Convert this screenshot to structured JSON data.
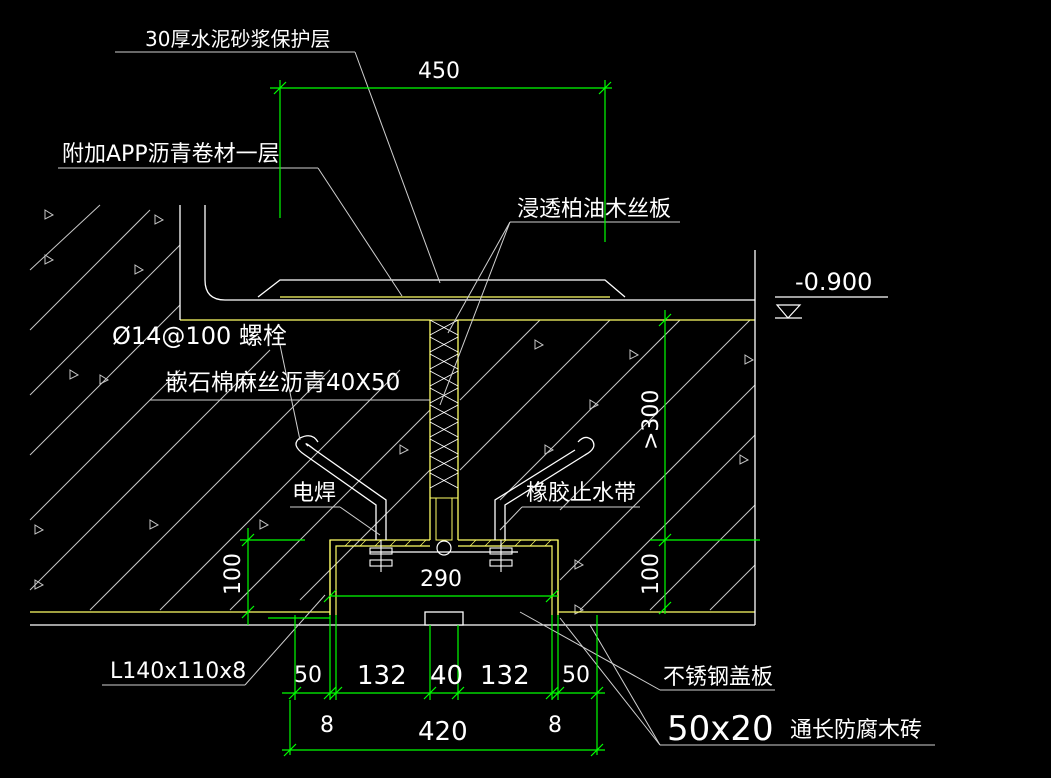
{
  "labels": {
    "mortar_layer": "30厚水泥砂浆保护层",
    "app_membrane": "附加APP沥青卷材一层",
    "asphalt_board": "浸透柏油木丝板",
    "elevation": "-0.900",
    "bolt": "Ø14@100 螺栓",
    "asbestos_filler": "嵌石棉麻丝沥青40X50",
    "weld": "电焊",
    "waterstop": "橡胶止水带",
    "angle_steel": "L140x110x8",
    "cover_plate": "不锈钢盖板",
    "wood_brick_size": "50x20",
    "wood_brick": "通长防腐木砖"
  },
  "dimensions": {
    "top_width": "450",
    "depth": ">300",
    "left_height": "100",
    "right_height": "100",
    "inner_width": "290",
    "seg_50_left": "50",
    "seg_132_left": "132",
    "seg_40": "40",
    "seg_132_right": "132",
    "seg_50_right": "50",
    "seg_8_left": "8",
    "seg_8_right": "8",
    "total_width": "420"
  },
  "colors": {
    "background": "#000000",
    "dimension": "#00ff00",
    "outline": "#ffffff",
    "concrete_edge": "#ffff66",
    "hatch": "#c8c8c8",
    "leader": "#d0d0d0"
  }
}
